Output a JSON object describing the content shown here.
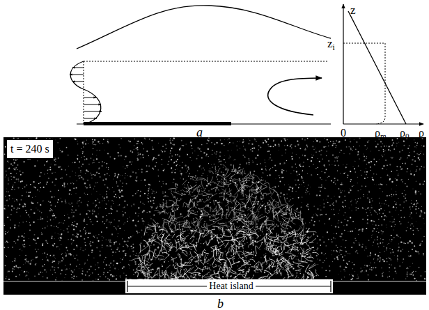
{
  "diagram": {
    "nodes": [
      {
        "text": [
          "t = 240 s"
        ]
      },
      {
        "text": [
          "Heat island"
        ]
      }
    ],
    "labels": [
      "z",
      "zi",
      "0",
      "ρm",
      "ρ0",
      "ρ",
      "a",
      "b"
    ]
  }
}
